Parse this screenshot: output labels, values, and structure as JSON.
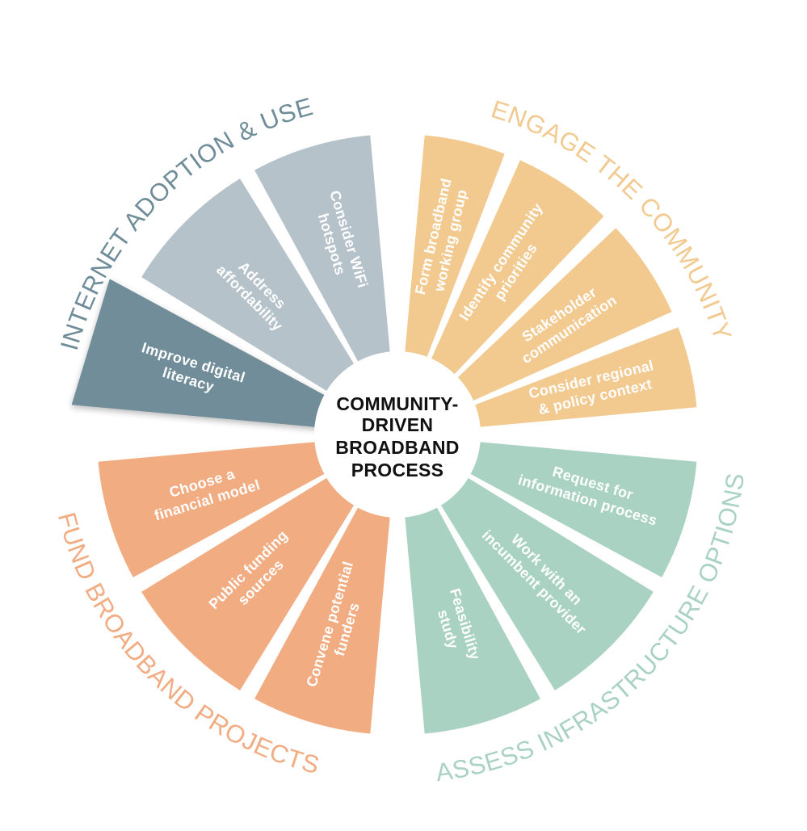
{
  "center": {
    "lines": [
      "COMMUNITY-",
      "DRIVEN",
      "BROADBAND",
      "PROCESS"
    ]
  },
  "quadrants": [
    {
      "id": "internet-adoption",
      "title": "INTERNET ADOPTION & USE",
      "color": "#b6c2ca",
      "title_color": "#6f8d99",
      "segments": [
        {
          "lines": [
            "Improve digital",
            "literacy"
          ],
          "color": "#6f8d99",
          "highlight": true
        },
        {
          "lines": [
            "Address",
            "affordability"
          ],
          "color": "#b6c2ca"
        },
        {
          "lines": [
            "Consider WiFi",
            "hotspots"
          ],
          "color": "#b6c2ca"
        }
      ]
    },
    {
      "id": "engage-community",
      "title": "ENGAGE THE COMMUNITY",
      "color": "#f2ca90",
      "title_color": "#f2ca90",
      "segments": [
        {
          "lines": [
            "Form broadband",
            "working group"
          ],
          "color": "#f2ca90"
        },
        {
          "lines": [
            "Identify community",
            "priorities"
          ],
          "color": "#f2ca90"
        },
        {
          "lines": [
            "Stakeholder",
            "communication"
          ],
          "color": "#f2ca90"
        },
        {
          "lines": [
            "Consider regional",
            "& policy context"
          ],
          "color": "#f2ca90"
        }
      ]
    },
    {
      "id": "assess-infrastructure",
      "title": "ASSESS INFRASTRUCTURE OPTIONS",
      "color": "#a9d2c3",
      "title_color": "#a9d2c3",
      "segments": [
        {
          "lines": [
            "Request for",
            "information process"
          ],
          "color": "#a9d2c3"
        },
        {
          "lines": [
            "Work with an",
            "incumbent provider"
          ],
          "color": "#a9d2c3"
        },
        {
          "lines": [
            "Feasibility",
            "study"
          ],
          "color": "#a9d2c3"
        }
      ]
    },
    {
      "id": "fund-broadband",
      "title": "FUND BROADBAND PROJECTS",
      "color": "#f2ac82",
      "title_color": "#f2ac82",
      "segments": [
        {
          "lines": [
            "Convene potential",
            "funders"
          ],
          "color": "#f2ac82"
        },
        {
          "lines": [
            "Public funding",
            "sources"
          ],
          "color": "#f2ac82"
        },
        {
          "lines": [
            "Choose a",
            "financial model"
          ],
          "color": "#f2ac82"
        }
      ]
    }
  ]
}
